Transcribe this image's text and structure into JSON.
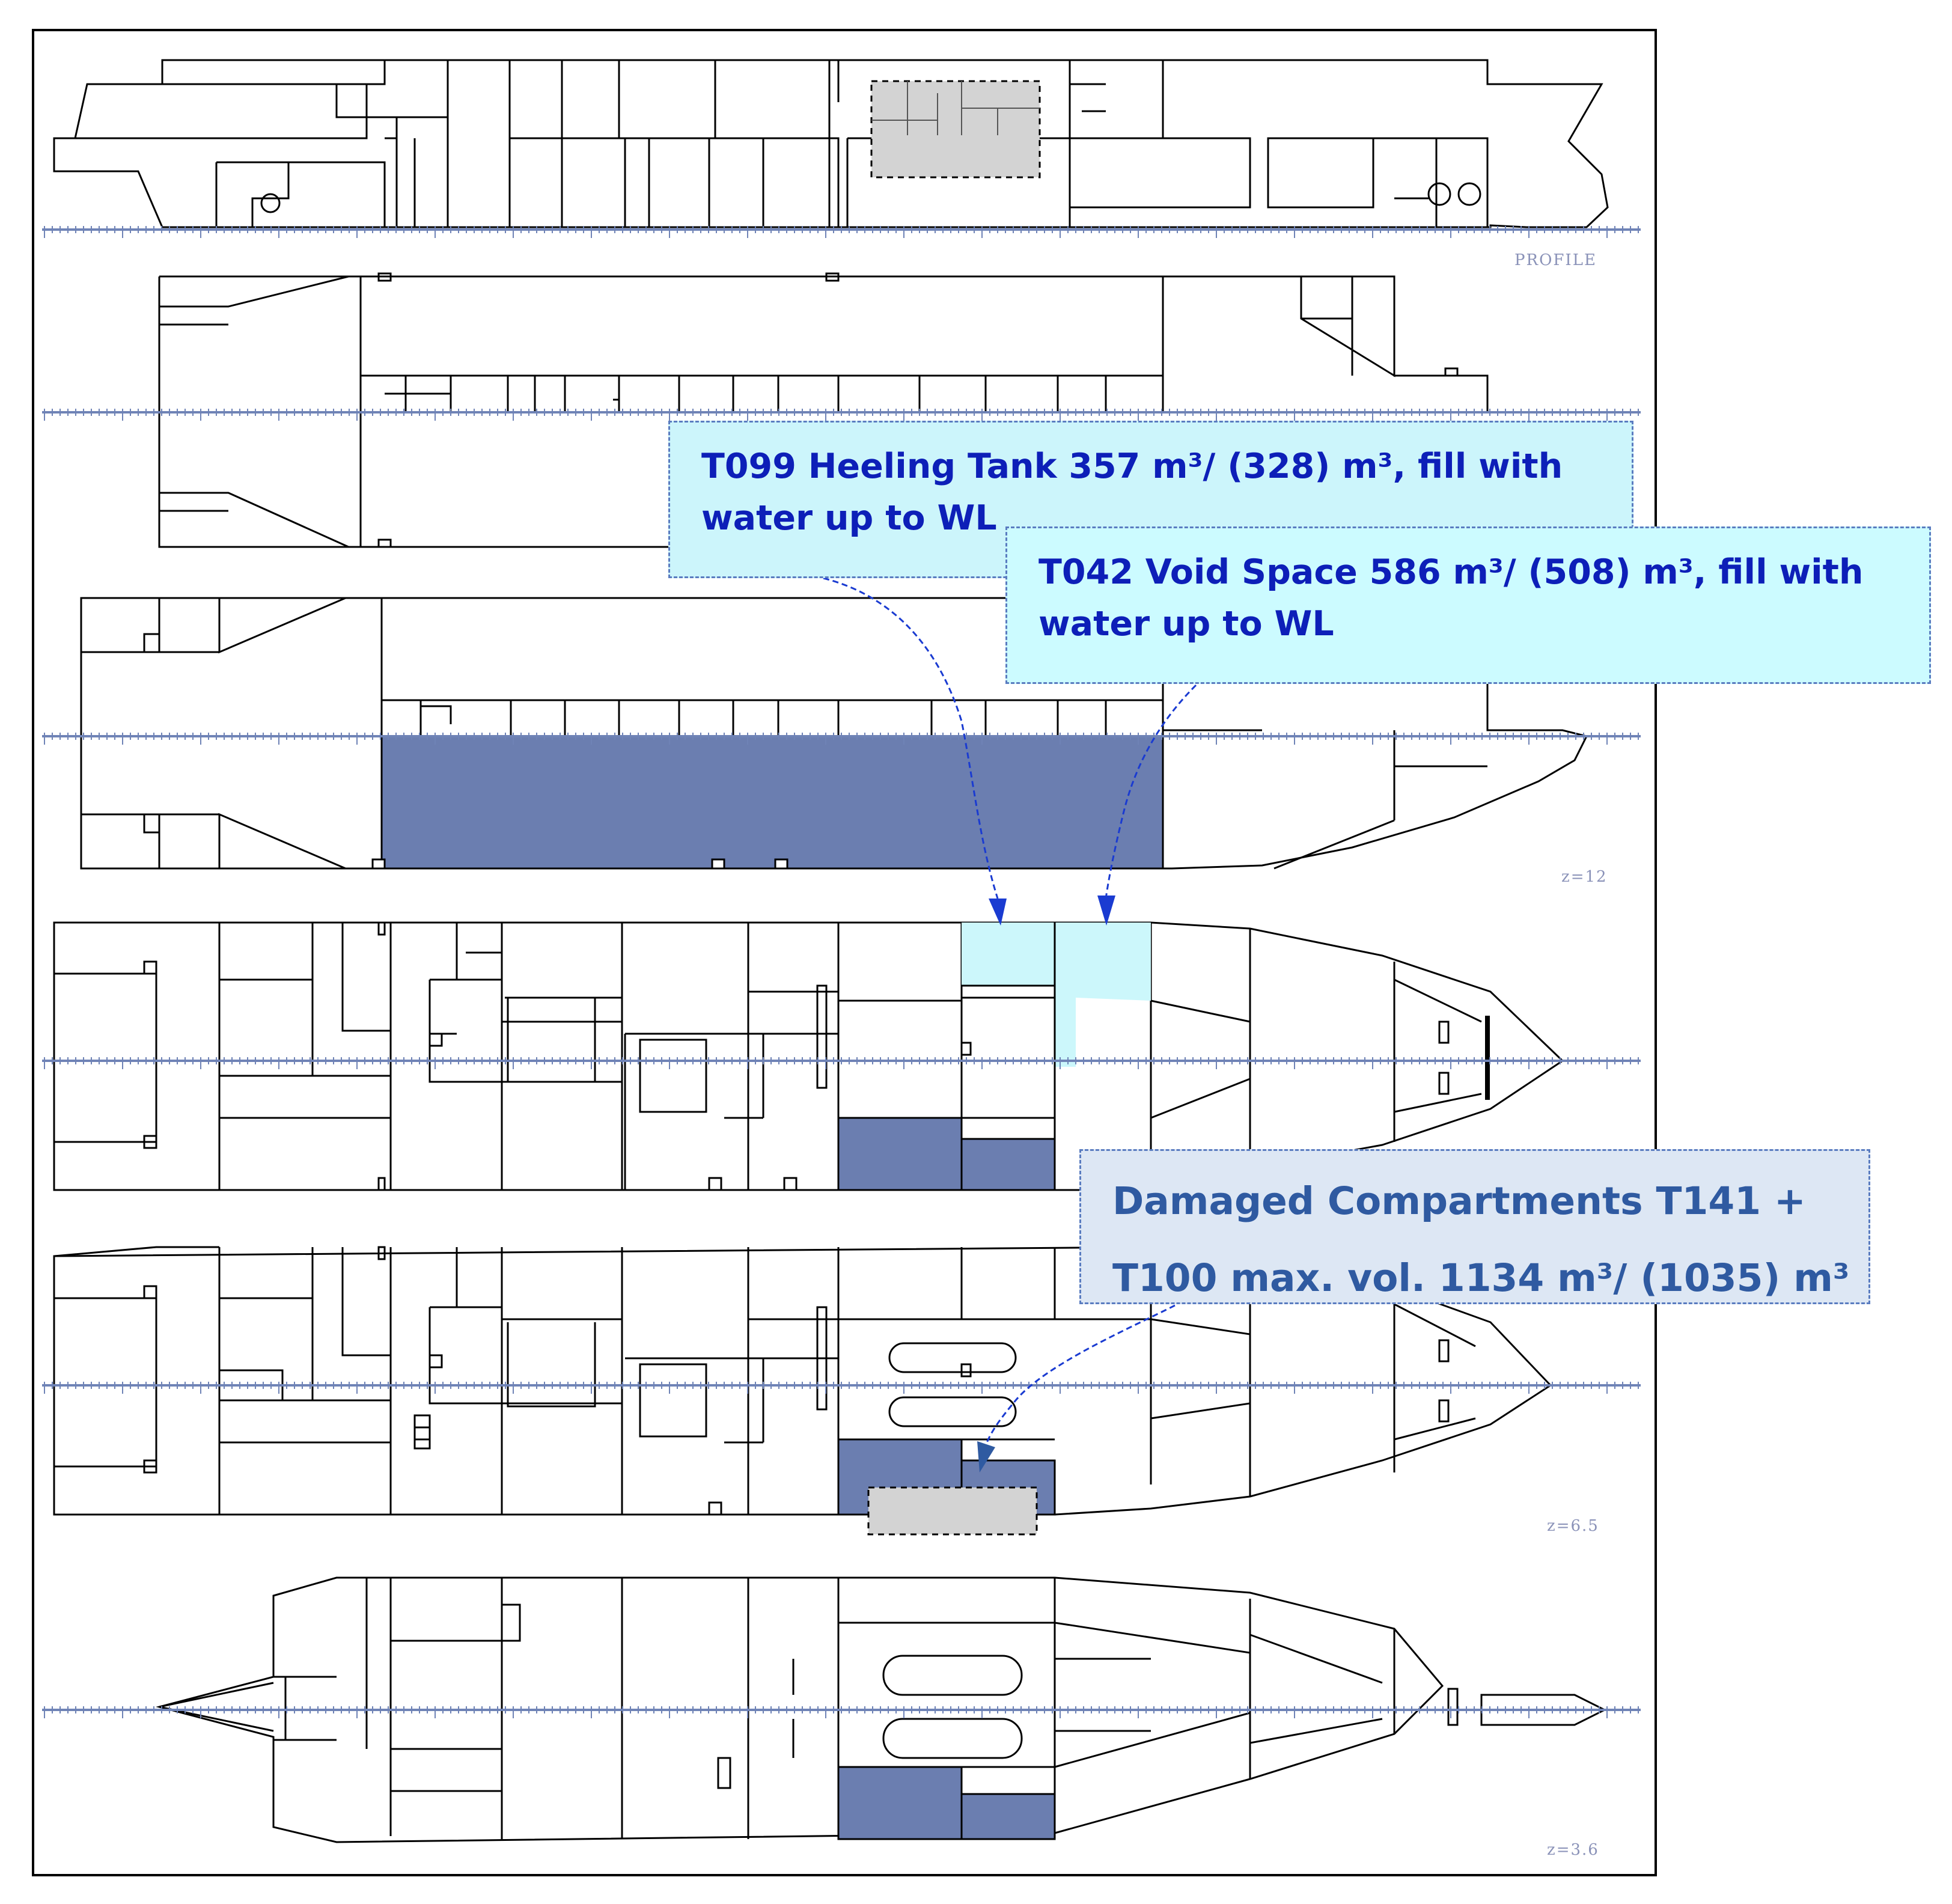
{
  "view_labels": {
    "profile": "PROFILE",
    "z12": "z=12",
    "z65": "z=6.5",
    "z36": "z=3.6"
  },
  "callouts": {
    "t099": {
      "line1": "T099 Heeling Tank 357 m³/ (328) m³, fill with",
      "line2": "water up to WL"
    },
    "t042": {
      "line1": "T042 Void Space 586 m³/ (508) m³, fill with",
      "line2": "water up to WL"
    },
    "damaged": {
      "line1": "Damaged Compartments T141 +",
      "line2": "T100 max. vol. 1134 m³/ (1035) m³"
    }
  },
  "colors": {
    "damaged_fill": "#6b7eb0",
    "flooded_fill": "#ccf7fb",
    "grey_box": "#d3d3d3",
    "callout_text": "#0d1fb8",
    "damaged_text": "#2f5aa1",
    "scale": "#6f83b6"
  }
}
